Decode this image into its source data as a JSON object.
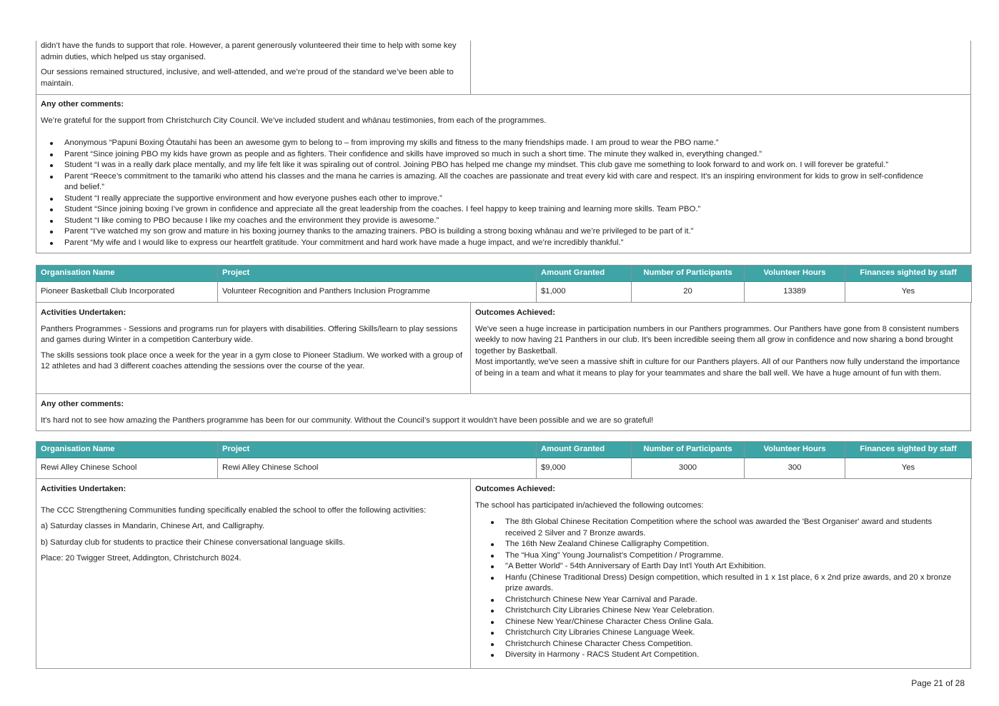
{
  "prev_section": {
    "activities_tail": [
      "didn’t have the funds to support that role. However, a parent generously volunteered their time to help with some key admin duties, which helped us stay organised.",
      "Our sessions remained structured, inclusive, and well-attended, and we’re proud of the standard we’ve been able to maintain."
    ],
    "comments_label": "Any other comments:",
    "comments_intro": "We’re grateful for the support from Christchurch City Council. We’ve included student and whānau testimonies, from each of the programmes.",
    "testimonies": [
      "Anonymous “Papuni Boxing Ōtautahi has been an awesome gym to belong to – from improving my skills and fitness to the many friendships made. I am proud to wear the PBO name.”",
      "Parent “Since joining PBO my kids have grown as people and as fighters. Their confidence and skills have improved so much in such a short time. The minute they walked in, everything changed.”",
      "Student “I was in a really dark place mentally, and my life felt like it was spiraling out of control. Joining PBO has helped me change my mindset. This club gave me something to look forward to and work on. I will forever be grateful.”",
      "Parent “Reece’s commitment to the tamariki who attend his classes and the mana he carries is amazing. All the coaches are passionate and treat every kid with care and respect. It's an inspiring environment for kids to grow in self-confidence and belief.”",
      "Student “I really appreciate the supportive environment and how everyone pushes each other to improve.”",
      "Student “Since joining boxing I’ve grown in confidence and appreciate all the great leadership from the coaches. I feel happy to keep training and learning more skills. Team PBO.”",
      "Student “I like coming to PBO because I like my coaches and the environment they provide is awesome.”",
      "Parent “I’ve watched my son grow and mature in his boxing journey thanks to the amazing trainers. PBO is building a strong boxing whānau and we’re privileged to be part of it.”",
      "Parent “My wife and I would like to express our heartfelt gratitude. Your commitment and hard work have made a huge impact, and we’re incredibly thankful.”"
    ]
  },
  "table_headers": {
    "organisation": "Organisation Name",
    "project": "Project",
    "amount": "Amount Granted",
    "participants": "Number of Participants",
    "volunteer_hours": "Volunteer Hours",
    "finances": "Finances sighted by staff"
  },
  "labels": {
    "activities": "Activities Undertaken:",
    "outcomes": "Outcomes Achieved:",
    "comments": "Any other comments:"
  },
  "grants": [
    {
      "organisation": "Pioneer Basketball Club Incorporated",
      "project": "Volunteer Recognition and Panthers Inclusion Programme",
      "amount": "$1,000",
      "participants": "20",
      "volunteer_hours": "13389",
      "finances": "Yes",
      "activities": [
        "Panthers Programmes - Sessions and programs run for players with disabilities. Offering Skills/learn to play sessions and games during Winter in a competition Canterbury wide.",
        "The skills sessions took place once a week for the year in a gym close to Pioneer Stadium. We worked with a group of 12 athletes and had 3 different coaches attending the sessions over the course of the year."
      ],
      "outcomes": [
        "We've seen a huge increase in participation numbers in our Panthers programmes. Our Panthers have gone from 8 consistent numbers weekly to now having 21 Panthers in our club. It's been incredible seeing them all grow in confidence and now sharing a bond brought together by Basketball.",
        "Most importantly, we've seen a massive shift in culture for our Panthers players. All of our Panthers now fully understand the importance of being in a team and what it means to play for your teammates and share the ball well. We have a huge amount of fun with them."
      ],
      "comments": "It's hard not to see how amazing the Panthers programme has been for our community. Without the Council’s support it wouldn't have been possible and we are so grateful!"
    },
    {
      "organisation": "Rewi Alley Chinese School",
      "project": "Rewi Alley Chinese School",
      "amount": "$9,000",
      "participants": "3000",
      "volunteer_hours": "300",
      "finances": "Yes",
      "activities": [
        "The CCC Strengthening Communities funding specifically enabled the school to offer the following activities:",
        "a) Saturday classes in Mandarin, Chinese Art, and Calligraphy.",
        "b) Saturday club for students to practice their Chinese conversational language skills.",
        "Place: 20 Twigger Street, Addington, Christchurch 8024."
      ],
      "outcomes_intro": "The school has participated in/achieved the following outcomes:",
      "outcomes_list": [
        "The 8th Global Chinese Recitation Competition where the school was awarded the 'Best Organiser' award and students received 2 Silver and 7 Bronze awards.",
        "The 16th New Zealand Chinese Calligraphy Competition.",
        "The “Hua Xing” Young Journalist’s Competition / Programme.",
        "\"A Better World\" - 54th Anniversary of Earth Day Int'l Youth Art Exhibition.",
        "Hanfu (Chinese Traditional Dress) Design competition, which resulted in 1 x 1st place, 6 x 2nd prize awards, and 20 x bronze prize awards.",
        "Christchurch Chinese New Year Carnival and Parade.",
        "Christchurch City Libraries Chinese New Year Celebration.",
        "Chinese New Year/Chinese Character Chess Online Gala.",
        "Christchurch City Libraries Chinese Language Week.",
        "Christchurch Chinese Character Chess Competition.",
        "Diversity in Harmony - RACS Student Art Competition."
      ]
    }
  ],
  "footer": {
    "page": "Page 21 of 28"
  }
}
